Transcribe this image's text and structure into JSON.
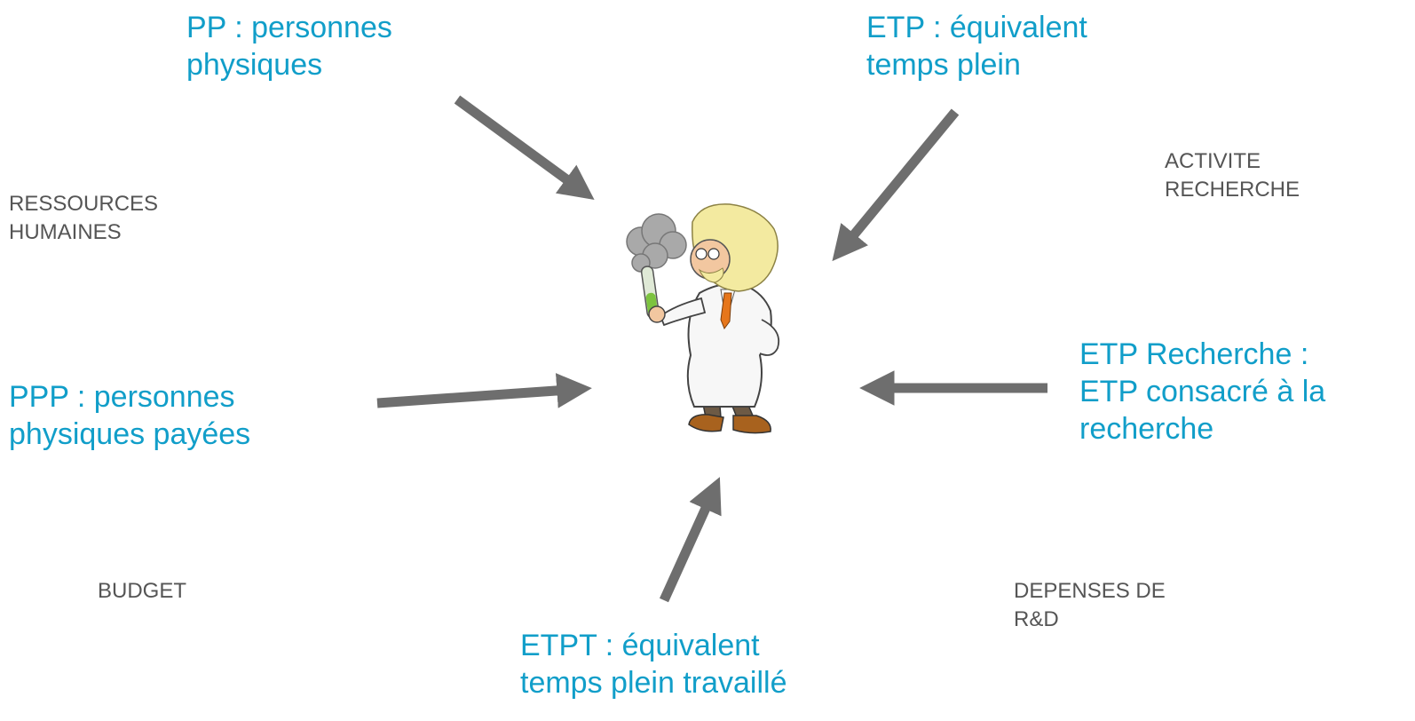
{
  "terms": {
    "pp": [
      "PP : personnes",
      "physiques"
    ],
    "etp": [
      "ETP : équivalent",
      "temps plein"
    ],
    "ppp": [
      "PPP : personnes",
      "physiques payées"
    ],
    "etp_recherche": [
      "ETP Recherche :",
      "ETP consacré à la",
      "recherche"
    ],
    "etpt": [
      "ETPT : équivalent",
      "temps plein travaillé"
    ]
  },
  "categories": {
    "rh": [
      "RESSOURCES",
      "HUMAINES"
    ],
    "activite": [
      "ACTIVITE",
      "RECHERCHE"
    ],
    "budget": [
      "BUDGET"
    ],
    "depenses": [
      "DEPENSES DE",
      "R&D"
    ]
  },
  "colors": {
    "term_text": "#119ec9",
    "category_text": "#555555",
    "arrow": "#6e6e6e"
  },
  "center_figure": "scientist-with-test-tube-illustration"
}
